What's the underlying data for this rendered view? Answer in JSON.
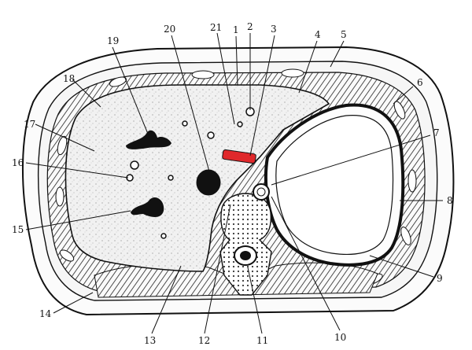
{
  "labels": {
    "l1": "1",
    "l2": "2",
    "l3": "3",
    "l4": "4",
    "l5": "5",
    "l6": "6",
    "l7": "7",
    "l8": "8",
    "l9": "9",
    "l10": "10",
    "l11": "11",
    "l12": "12",
    "l13": "13",
    "l14": "14",
    "l15": "15",
    "l16": "16",
    "l17": "17",
    "l18": "18",
    "l19": "19",
    "l20": "20",
    "l21": "21"
  },
  "colors": {
    "highlight_vessel": "#e0282b",
    "ink": "#111111",
    "liver_fill": "#eeeeee"
  }
}
